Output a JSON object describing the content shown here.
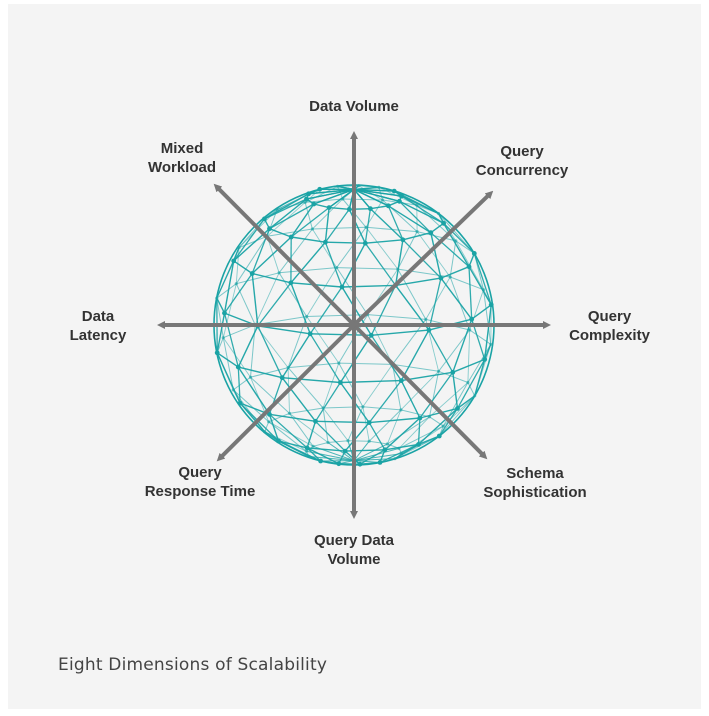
{
  "diagram": {
    "colors": {
      "background": "#f4f4f4",
      "mesh": "#1aa3a5",
      "arrow": "#777777",
      "text": "#333333"
    },
    "dimensions": [
      {
        "id": "data-volume",
        "lines": [
          "Data Volume"
        ]
      },
      {
        "id": "query-concurrency",
        "lines": [
          "Query",
          "Concurrency"
        ]
      },
      {
        "id": "query-complexity",
        "lines": [
          "Query",
          "Complexity"
        ]
      },
      {
        "id": "schema-sophistication",
        "lines": [
          "Schema",
          "Sophistication"
        ]
      },
      {
        "id": "query-data-volume",
        "lines": [
          "Query Data",
          "Volume"
        ]
      },
      {
        "id": "query-response-time",
        "lines": [
          "Query",
          "Response Time"
        ]
      },
      {
        "id": "data-latency",
        "lines": [
          "Data",
          "Latency"
        ]
      },
      {
        "id": "mixed-workload",
        "lines": [
          "Mixed",
          "Workload"
        ]
      }
    ]
  },
  "caption": "Eight Dimensions of Scalability"
}
